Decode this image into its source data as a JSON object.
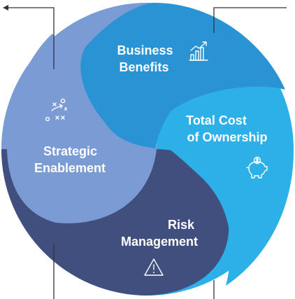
{
  "diagram": {
    "colors": {
      "top": "#2a93d4",
      "right": "#2db0e8",
      "bottom": "#414f7e",
      "left": "#7b9bd4",
      "leader": "#333333"
    },
    "segments": [
      {
        "id": "business-benefits",
        "lines": [
          "Business",
          "Benefits"
        ],
        "icon": "growth-chart-icon"
      },
      {
        "id": "total-cost-of-ownership",
        "lines": [
          "Total Cost",
          "of Ownership"
        ],
        "icon": "piggy-bank-icon"
      },
      {
        "id": "risk-management",
        "lines": [
          "Risk",
          "Management"
        ],
        "icon": "warning-icon"
      },
      {
        "id": "strategic-enablement",
        "lines": [
          "Strategic",
          "Enablement"
        ],
        "icon": "strategy-play-icon"
      }
    ]
  }
}
